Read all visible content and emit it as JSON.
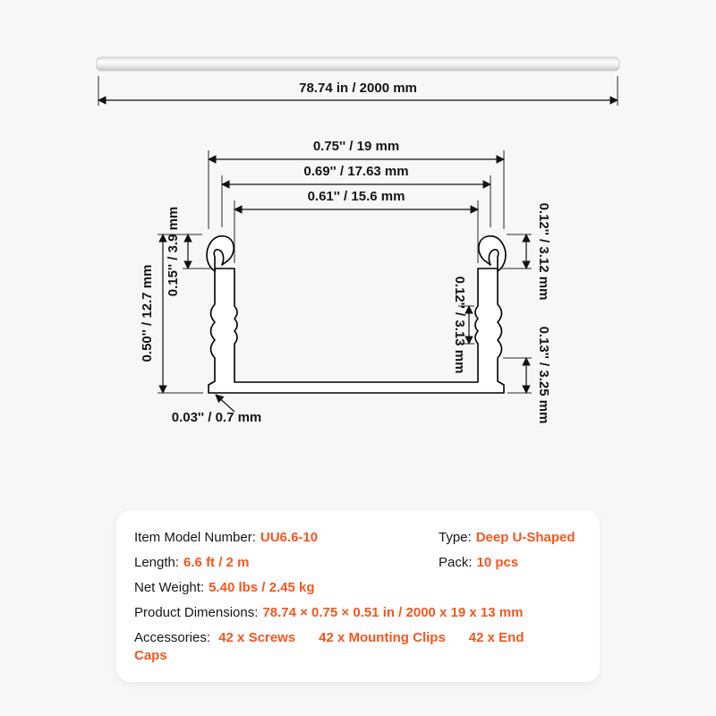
{
  "colors": {
    "accent": "#F4571E",
    "background": "#F7F7F8"
  },
  "length_diagram": {
    "overall_length": "78.74 in / 2000 mm"
  },
  "cross_section": {
    "width_outer": "0.75'' / 19 mm",
    "width_middle": "0.69'' / 17.63 mm",
    "width_inner": "0.61'' / 15.6 mm",
    "left_lip_height": "0.15'' / 3.9 mm",
    "left_total_height": "0.50'' / 12.7 mm",
    "right_top_height": "0.12'' / 3.12 mm",
    "right_middle_height": "0.12'' / 3.13 mm",
    "right_bottom_height": "0.13'' / 3.25 mm",
    "bottom_thickness": "0.03'' / 0.7 mm"
  },
  "specs": {
    "model_label": "Item Model Number:",
    "model_value": "UU6.6-10",
    "type_label": "Type:",
    "type_value": "Deep U-Shaped",
    "length_label": "Length:",
    "length_value": "6.6 ft / 2 m",
    "pack_label": "Pack:",
    "pack_value": "10 pcs",
    "weight_label": "Net Weight:",
    "weight_value": "5.40 lbs / 2.45 kg",
    "dims_label": "Product Dimensions:",
    "dims_value": "78.74 × 0.75 × 0.51 in / 2000 x 19 x 13 mm",
    "acc_label": "Accessories:",
    "acc_value_1": "42 x Screws",
    "acc_value_2": "42 x Mounting Clips",
    "acc_value_3": "42 x End Caps"
  }
}
